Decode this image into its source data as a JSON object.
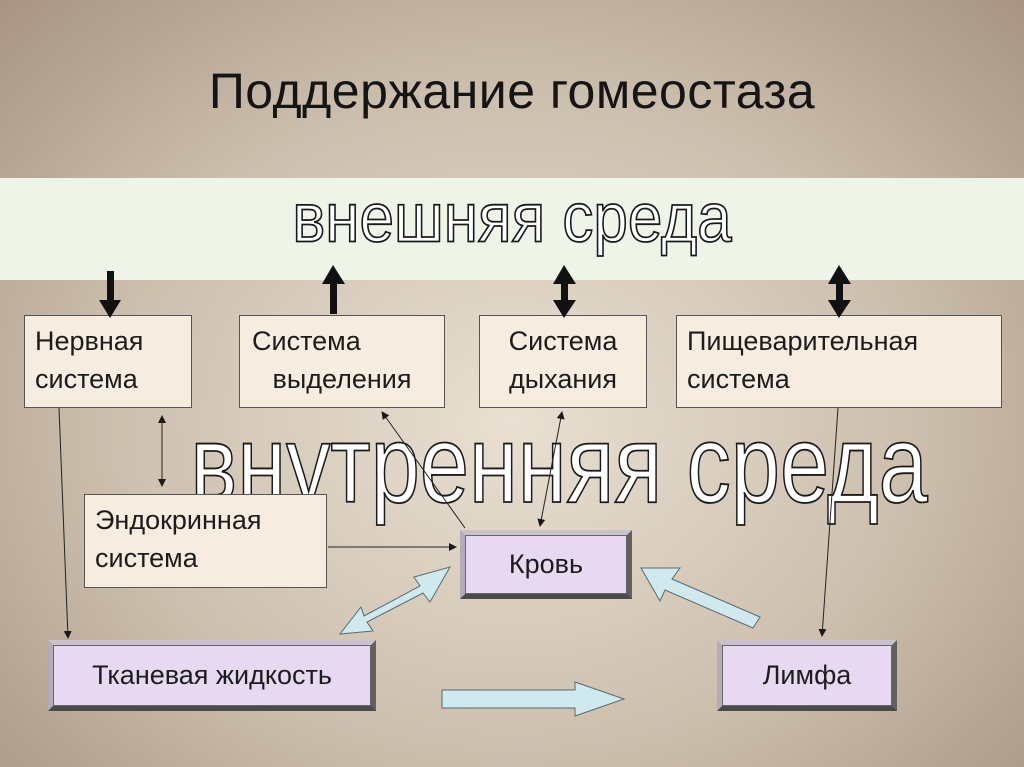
{
  "title": "Поддержание гомеостаза",
  "outer_environment": "внешняя среда",
  "inner_environment": "внутренняя среда",
  "organs": {
    "nervous": [
      "Нервная",
      "система"
    ],
    "excretory": [
      "Система",
      "выделения"
    ],
    "respiratory": [
      "Система",
      "дыхания"
    ],
    "digestive": [
      "Пищеварительная",
      "система"
    ],
    "endocrine": [
      "Эндокринная",
      "система"
    ]
  },
  "fluids": {
    "blood": "Кровь",
    "tissue_fluid": "Тканевая жидкость",
    "lymph": "Лимфа"
  },
  "colors": {
    "organ_box": "#f7ece0",
    "fluid_box": "#e7d9f2",
    "outer_band": "#eef4e8",
    "flow_arrow": "#cfe9ee"
  }
}
